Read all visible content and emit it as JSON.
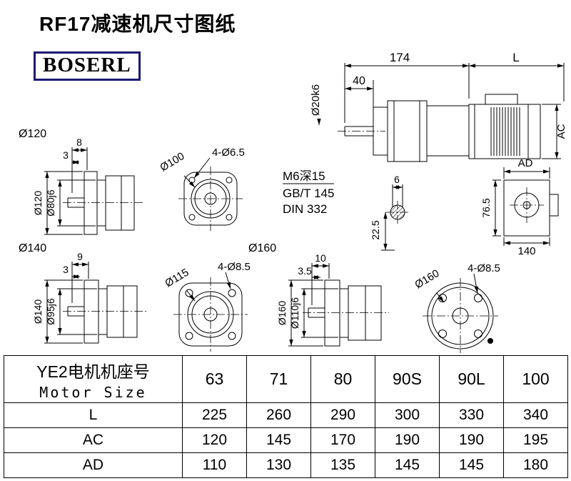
{
  "page": {
    "title": "RF17减速机尺寸图纸",
    "logo": "BOSERL"
  },
  "colors": {
    "logo_border": "#1b1b70"
  },
  "drawing": {
    "side_view": {
      "dim_total": "174",
      "dim_motor": "L",
      "dim_shaft_len": "40",
      "shaft_dia": "Ø20k6",
      "dim_height": "AC"
    },
    "top_view": {
      "dim_width_label": "AD",
      "dim_height": "76.5",
      "dim_width": "140"
    },
    "flange_80": {
      "section": "Ø120",
      "dim_a": "8",
      "dim_b": "3",
      "flange_dia": "Ø120",
      "spigot_dia": "Ø80j6",
      "bolt_circle": "Ø100",
      "holes": "4-Ø6.5"
    },
    "notes": {
      "line1": "M6深15",
      "line2": "GB/T 145",
      "line3": "DIN 332"
    },
    "shaft_end": {
      "key_width": "6",
      "key_height": "22.5"
    },
    "flange_95": {
      "section": "Ø140",
      "dim_a": "9",
      "dim_b": "3",
      "flange_dia": "Ø140",
      "spigot_dia": "Ø95j6",
      "bolt_circle": "Ø115",
      "holes": "4-Ø8.5"
    },
    "flange_110": {
      "section": "Ø160",
      "dim_a": "10",
      "dim_b": "3.5",
      "flange_dia": "Ø160",
      "spigot_dia": "Ø110j6",
      "bolt_circle": "Ø160",
      "holes": "4-Ø8.5"
    }
  },
  "table": {
    "header_cn": "YE2电机机座号",
    "header_en": "Motor Size",
    "columns": [
      "63",
      "71",
      "80",
      "90S",
      "90L",
      "100"
    ],
    "rows": [
      {
        "label": "L",
        "values": [
          "225",
          "260",
          "290",
          "300",
          "330",
          "340"
        ]
      },
      {
        "label": "AC",
        "values": [
          "120",
          "145",
          "170",
          "190",
          "190",
          "195"
        ]
      },
      {
        "label": "AD",
        "values": [
          "110",
          "130",
          "135",
          "145",
          "145",
          "180"
        ]
      }
    ]
  }
}
